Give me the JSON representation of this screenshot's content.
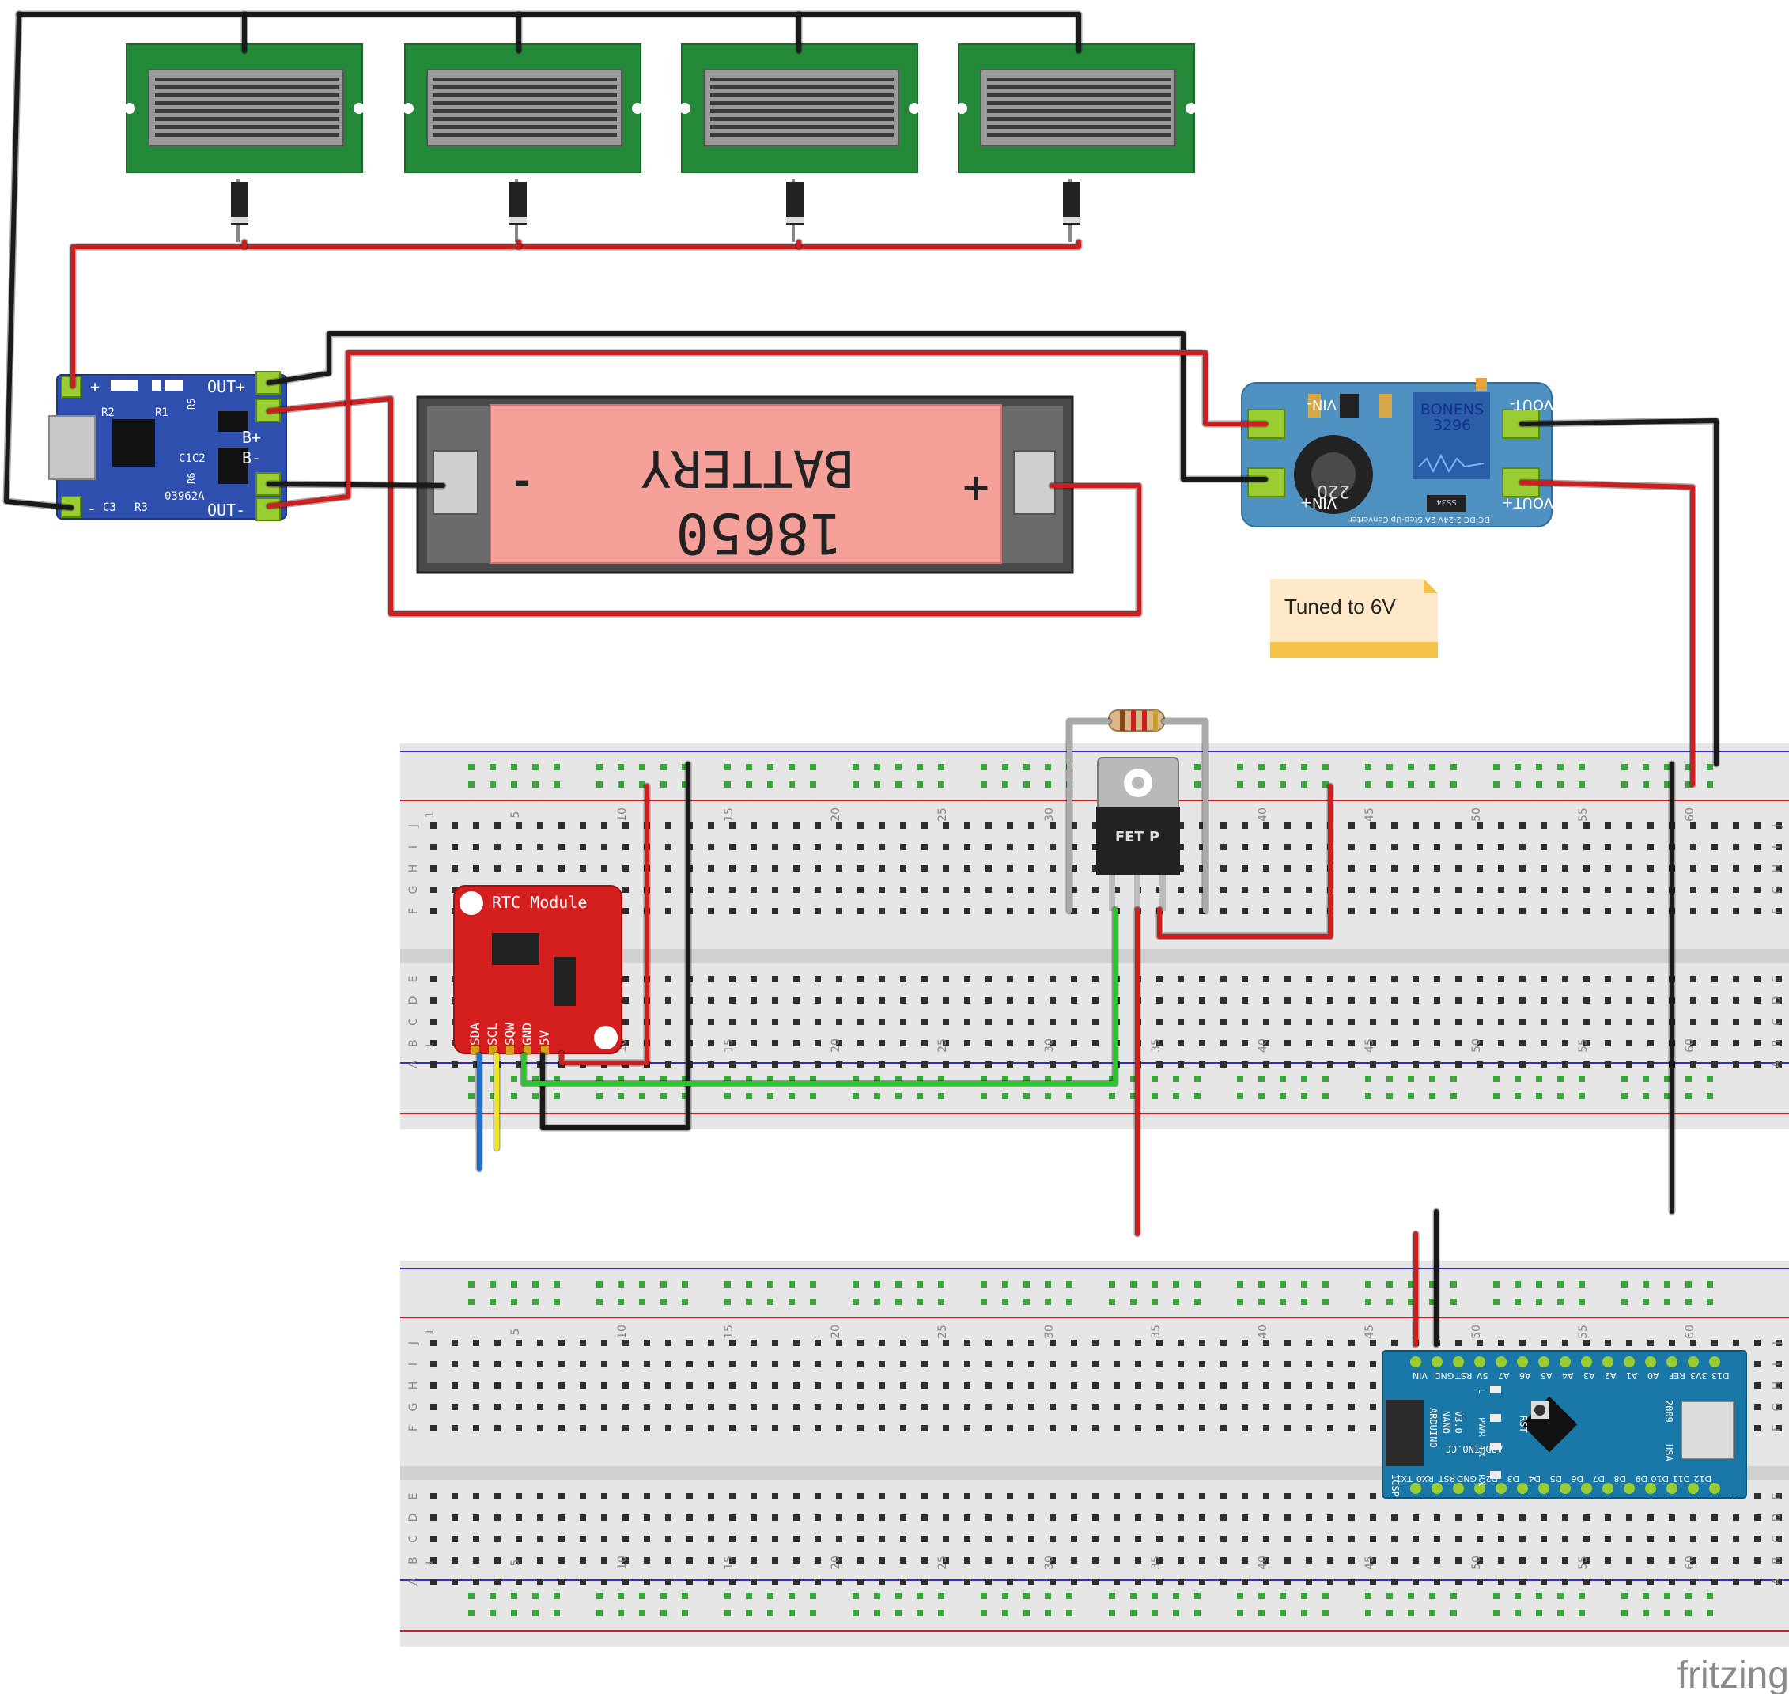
{
  "battery": {
    "label": "BATTERY",
    "model": "18650",
    "minus": "-",
    "plus": "+"
  },
  "charger": {
    "pins": [
      "OUT+",
      "B+",
      "B-",
      "OUT-"
    ],
    "left_pins": [
      "+",
      "-"
    ],
    "silk": [
      "R2",
      "R1",
      "R5",
      "C1C2",
      "R6",
      "C3",
      "R3",
      "03962A"
    ]
  },
  "boost": {
    "pins": [
      "VIN-",
      "VIN+",
      "VOUT-",
      "VOUT+"
    ],
    "brand": "BONENS",
    "pot": "3296",
    "inductor": "220",
    "diode": "SS34",
    "caption": "DC-DC 2-24V 2A Step-Up Converter"
  },
  "note": {
    "text": "Tuned to 6V"
  },
  "mosfet": {
    "label": "FET P"
  },
  "rtc": {
    "title": "RTC Module",
    "pins": [
      "SDA",
      "SCL",
      "SQW",
      "GND",
      "5V"
    ]
  },
  "nano": {
    "brand": "ARDUINO",
    "name": "NANO",
    "version": "V3.0",
    "site": "ARDUINO.CC",
    "year": "2009",
    "country": "USA",
    "icsp": "ICSP",
    "rst": "RST",
    "leds": [
      "L",
      "PWR",
      "TX",
      "RX"
    ],
    "top_pins": [
      "VIN",
      "GND",
      "RST",
      "5V",
      "A7",
      "A6",
      "A5",
      "A4",
      "A3",
      "A2",
      "A1",
      "A0",
      "REF",
      "3V3",
      "D13"
    ],
    "bottom_pins": [
      "TX1",
      "RX0",
      "RST",
      "GND",
      "D2",
      "D3",
      "D4",
      "D5",
      "D6",
      "D7",
      "D8",
      "D9",
      "D10",
      "D11",
      "D12"
    ]
  },
  "breadboard": {
    "col_numbers": [
      "1",
      "5",
      "10",
      "15",
      "20",
      "25",
      "30",
      "35",
      "40",
      "45",
      "50",
      "55",
      "60"
    ],
    "rows_top": [
      "J",
      "I",
      "H",
      "G",
      "F"
    ],
    "rows_bottom": [
      "E",
      "D",
      "C",
      "B",
      "A"
    ]
  },
  "brand": {
    "text": "fritzing"
  },
  "colors": {
    "wire_red": "#cc1f1f",
    "wire_black": "#1a1a1a",
    "wire_green": "#2fc42f",
    "wire_blue": "#1f6fcf",
    "wire_yellow": "#f2e61a",
    "solar_pcb": "#248a3a",
    "charger_pcb": "#2f4fae",
    "boost_pcb": "#4f92c2",
    "rtc_pcb": "#d51e1e",
    "nano_pcb": "#1a78a8",
    "battery_body": "#f6a09a",
    "breadboard": "#e6e6e6"
  }
}
